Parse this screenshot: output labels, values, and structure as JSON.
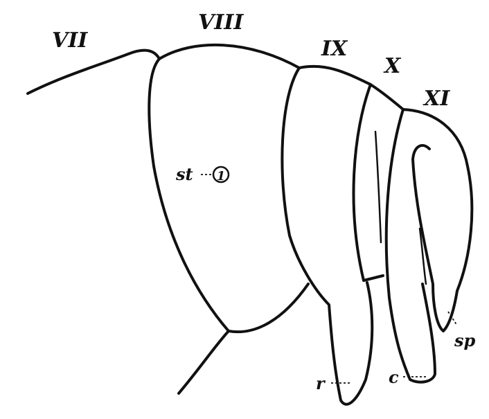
{
  "segments": {
    "vii": "VII",
    "viii": "VIII",
    "ix": "IX",
    "x": "X",
    "xi": "XI"
  },
  "parts": {
    "stigma": "st",
    "stigma_number": "1",
    "sp": "sp",
    "r": "r",
    "c": "c"
  }
}
